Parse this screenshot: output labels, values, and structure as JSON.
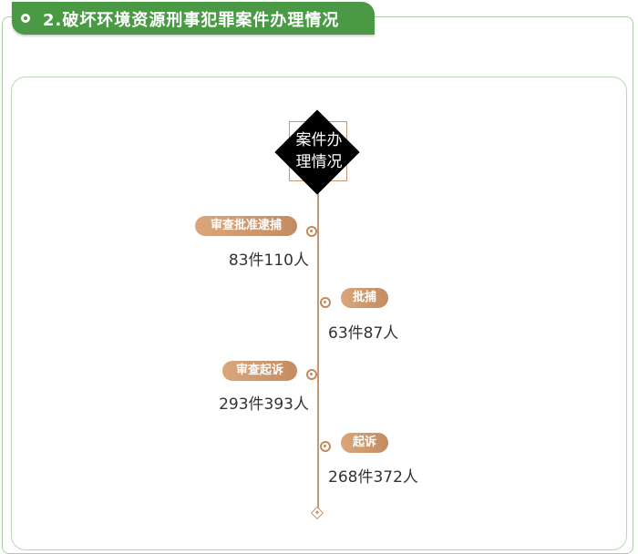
{
  "header": {
    "title": "2.破坏环境资源刑事犯罪案件办理情况"
  },
  "center": {
    "title_line1": "案件办",
    "title_line2": "理情况"
  },
  "colors": {
    "header_green": "#4a9a45",
    "accent_tan": "#c89670",
    "diamond_black": "#000000"
  },
  "items": [
    {
      "label": "审查批准逮捕",
      "value": "83件110人"
    },
    {
      "label": "批捕",
      "value": "63件87人"
    },
    {
      "label": "审查起诉",
      "value": "293件393人"
    },
    {
      "label": "起诉",
      "value": "268件372人"
    }
  ]
}
